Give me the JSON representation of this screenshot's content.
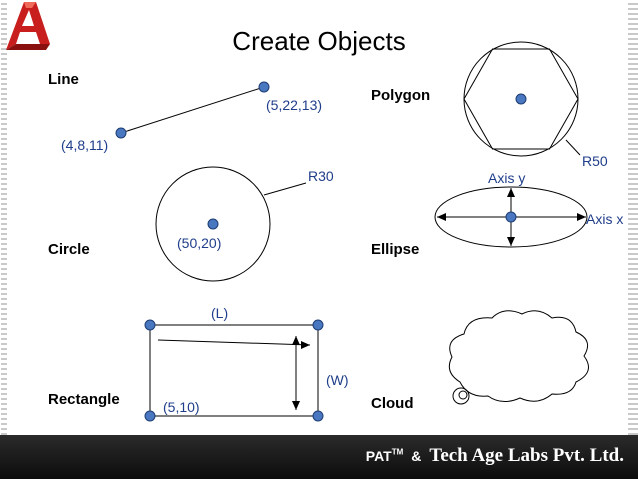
{
  "title": "Create Objects",
  "sections": {
    "line": "Line",
    "circle": "Circle",
    "rectangle": "Rectangle",
    "polygon": "Polygon",
    "ellipse": "Ellipse",
    "cloud": "Cloud"
  },
  "annotations": {
    "line_end": "(5,22,13)",
    "line_start": "(4,8,11)",
    "circle_radius": "R30",
    "circle_center": "(50,20)",
    "rect_length": "(L)",
    "rect_width": "(W)",
    "rect_corner": "(5,10)",
    "polygon_radius": "R50",
    "ellipse_axis_y": "Axis y",
    "ellipse_axis_x": "Axis x"
  },
  "footer": {
    "pat": "PAT",
    "tm": "TM",
    "amp": "&",
    "company": "Tech Age Labs Pvt. Ltd."
  },
  "colors": {
    "grip_fill": "#4a78c0",
    "grip_stroke": "#1e3c73",
    "annotation": "#1f3d8a",
    "footer_bg": "#1a1a1a",
    "logo_red": "#d42a20"
  },
  "icons": {
    "logo": "autocad-logo-icon"
  }
}
